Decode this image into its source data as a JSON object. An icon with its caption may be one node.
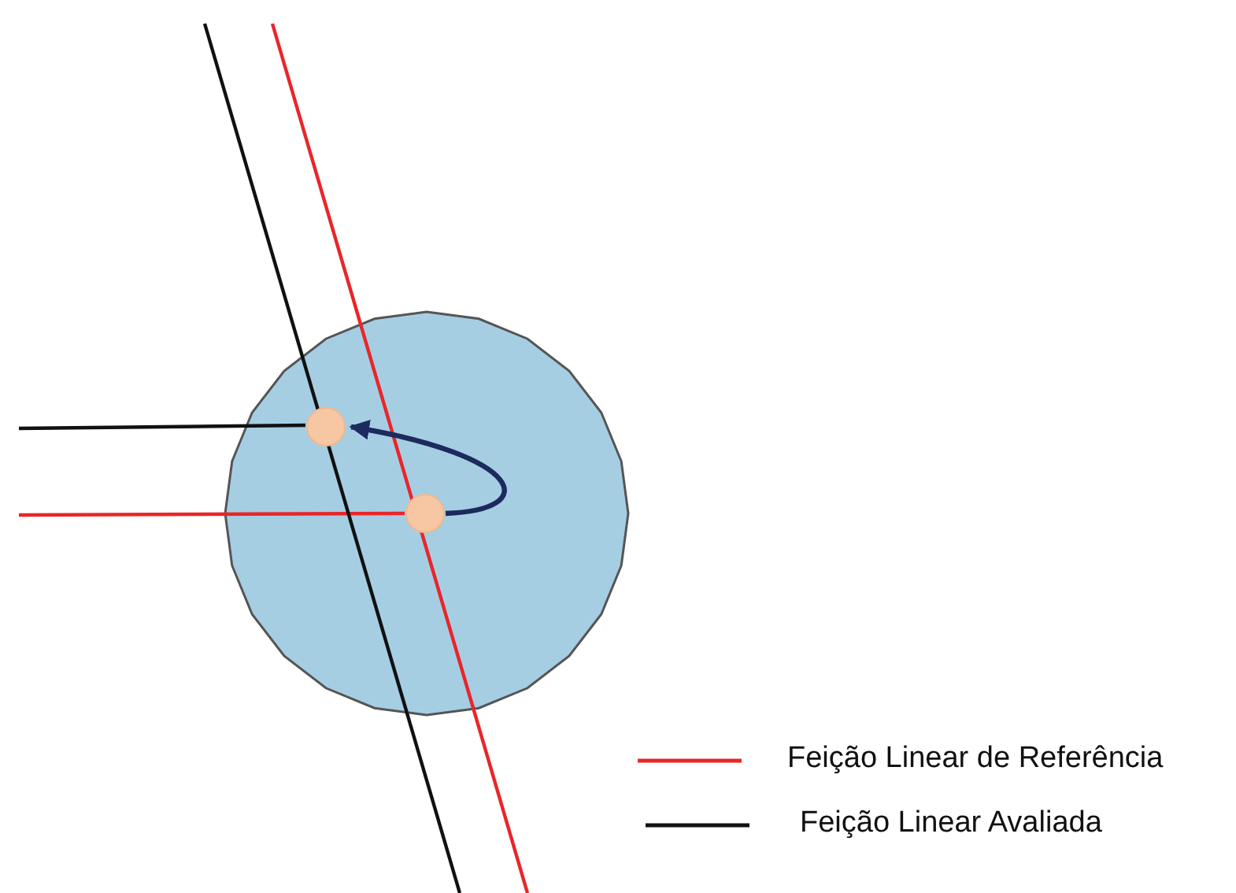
{
  "diagram": {
    "nodes": [
      {
        "text": [],
        "shape": "circle"
      },
      {
        "text": [],
        "shape": "circle",
        "in": 0
      },
      {
        "text": [],
        "shape": "circle",
        "in": 0
      }
    ],
    "edges": [
      {
        "from": 2,
        "to": 1,
        "arrow": "to"
      }
    ],
    "legend": [
      {
        "text": "Feição Linear de Referência"
      },
      {
        "text": "Feição Linear Avaliada"
      }
    ]
  }
}
